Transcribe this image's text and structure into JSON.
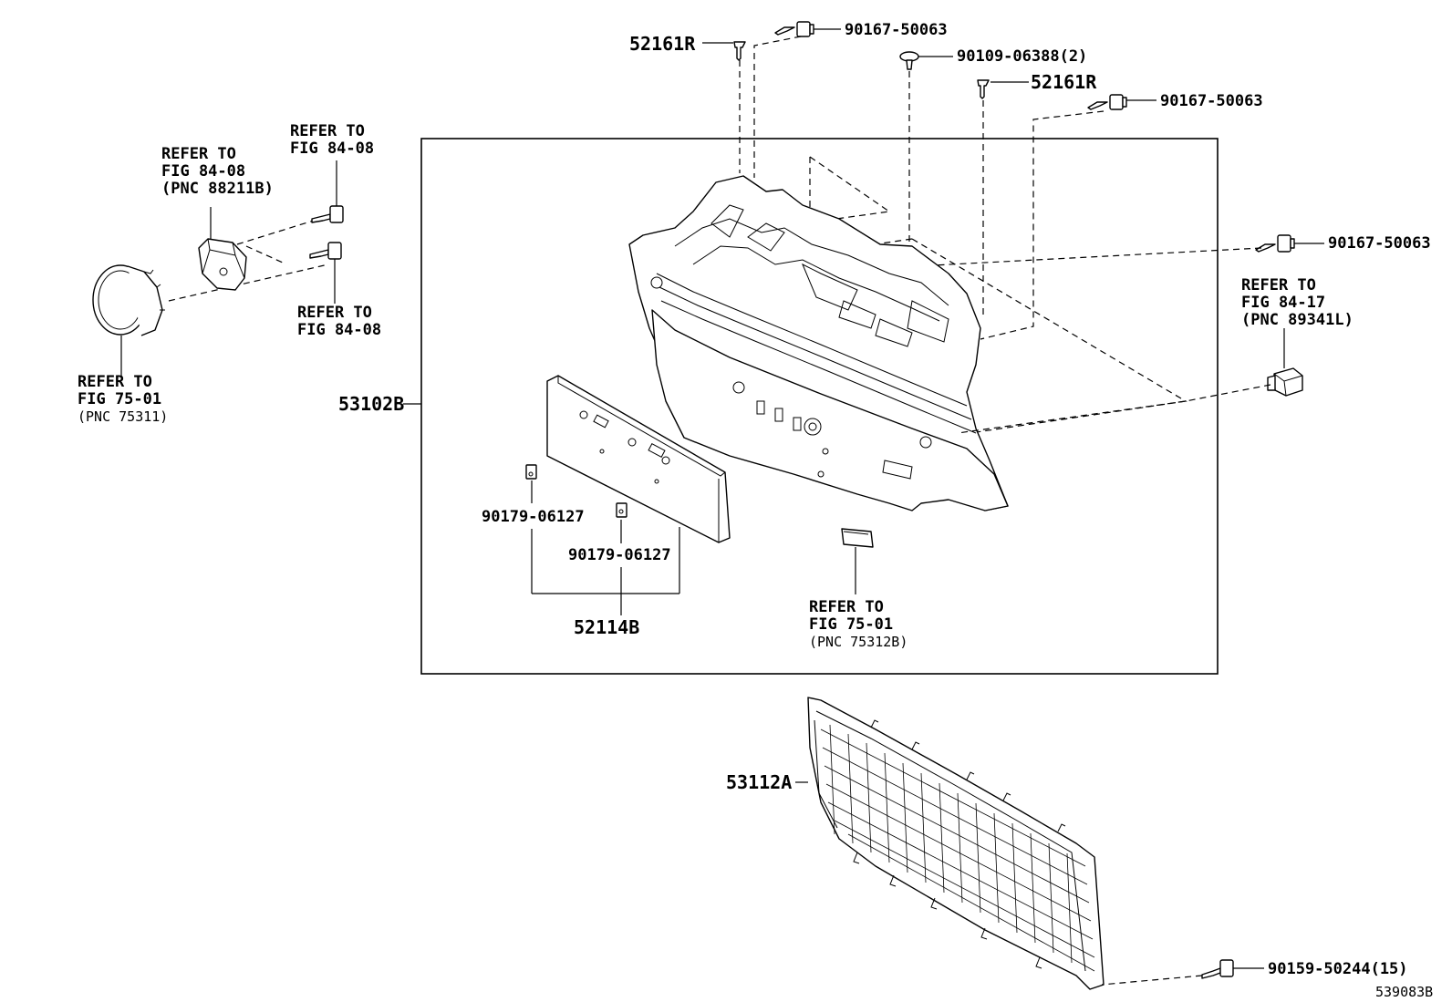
{
  "labels": {
    "p52161r_top": "52161R",
    "p90167_top": "90167-50063",
    "p90109": "90109-06388(2)",
    "p52161r_mid": "52161R",
    "p90167_mid": "90167-50063",
    "p90167_right": "90167-50063",
    "refer_8408_a_1": "REFER TO",
    "refer_8408_a_2": "FIG 84-08",
    "refer_8408_b_1": "REFER TO",
    "refer_8408_b_2": "FIG 84-08",
    "refer_8408_b_3": "(PNC 88211B)",
    "refer_8408_c_1": "REFER TO",
    "refer_8408_c_2": "FIG 84-08",
    "refer_7501_a_1": "REFER TO",
    "refer_7501_a_2": "FIG 75-01",
    "refer_7501_a_3": "(PNC 75311)",
    "refer_8417_1": "REFER TO",
    "refer_8417_2": "FIG 84-17",
    "refer_8417_3": "(PNC 89341L)",
    "p53102b": "53102B",
    "p90179_a": "90179-06127",
    "p90179_b": "90179-06127",
    "p52114b": "52114B",
    "refer_7501_b_1": "REFER TO",
    "refer_7501_b_2": "FIG 75-01",
    "refer_7501_b_3": "(PNC 75312B)",
    "p53112a": "53112A",
    "p90159": "90159-50244(15)",
    "drawing_no": "539083B"
  }
}
